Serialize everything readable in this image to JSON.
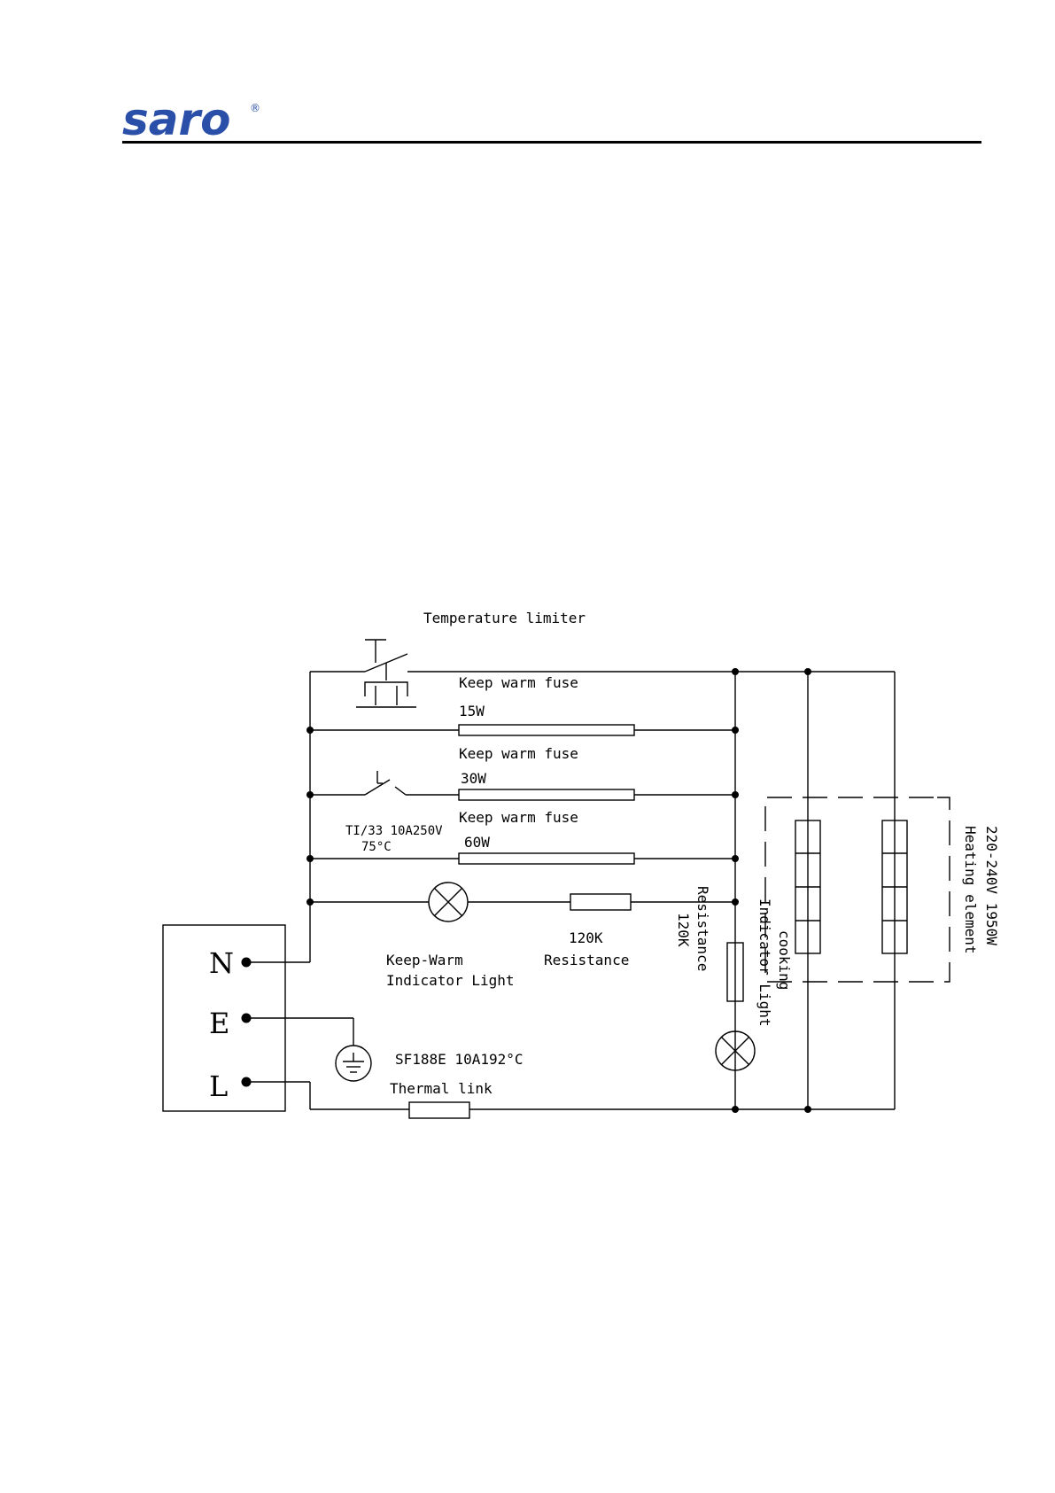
{
  "header": {
    "logo_text": "saro",
    "logo_mark": "®",
    "brand_color": "#2a4fa8"
  },
  "diagram": {
    "title": "Temperature limiter",
    "branches": {
      "b15": {
        "label": "Keep warm fuse",
        "power": "15W"
      },
      "b30": {
        "label": "Keep warm fuse",
        "power": "30W"
      },
      "b60": {
        "label": "Keep warm fuse",
        "power": "60W"
      }
    },
    "switch_label": {
      "line1": "TI/33 10A250V",
      "line2": "75°C"
    },
    "keep_warm_light": {
      "line1": "Keep-Warm",
      "line2": "Indicator Light"
    },
    "resistance_h": {
      "line1": "120K",
      "line2": "Resistance"
    },
    "resistance_v": {
      "line1": "120K",
      "line2": "Resistance"
    },
    "cooking_light": {
      "line1": "cooking",
      "line2": "Indicator Light"
    },
    "heating": {
      "line1": "220-240V 1950W",
      "line2": "Heating element"
    },
    "thermal": {
      "line1": "SF188E 10A192°C",
      "line2": "Thermal link"
    },
    "terminals": {
      "n": "N",
      "e": "E",
      "l": "L"
    }
  }
}
